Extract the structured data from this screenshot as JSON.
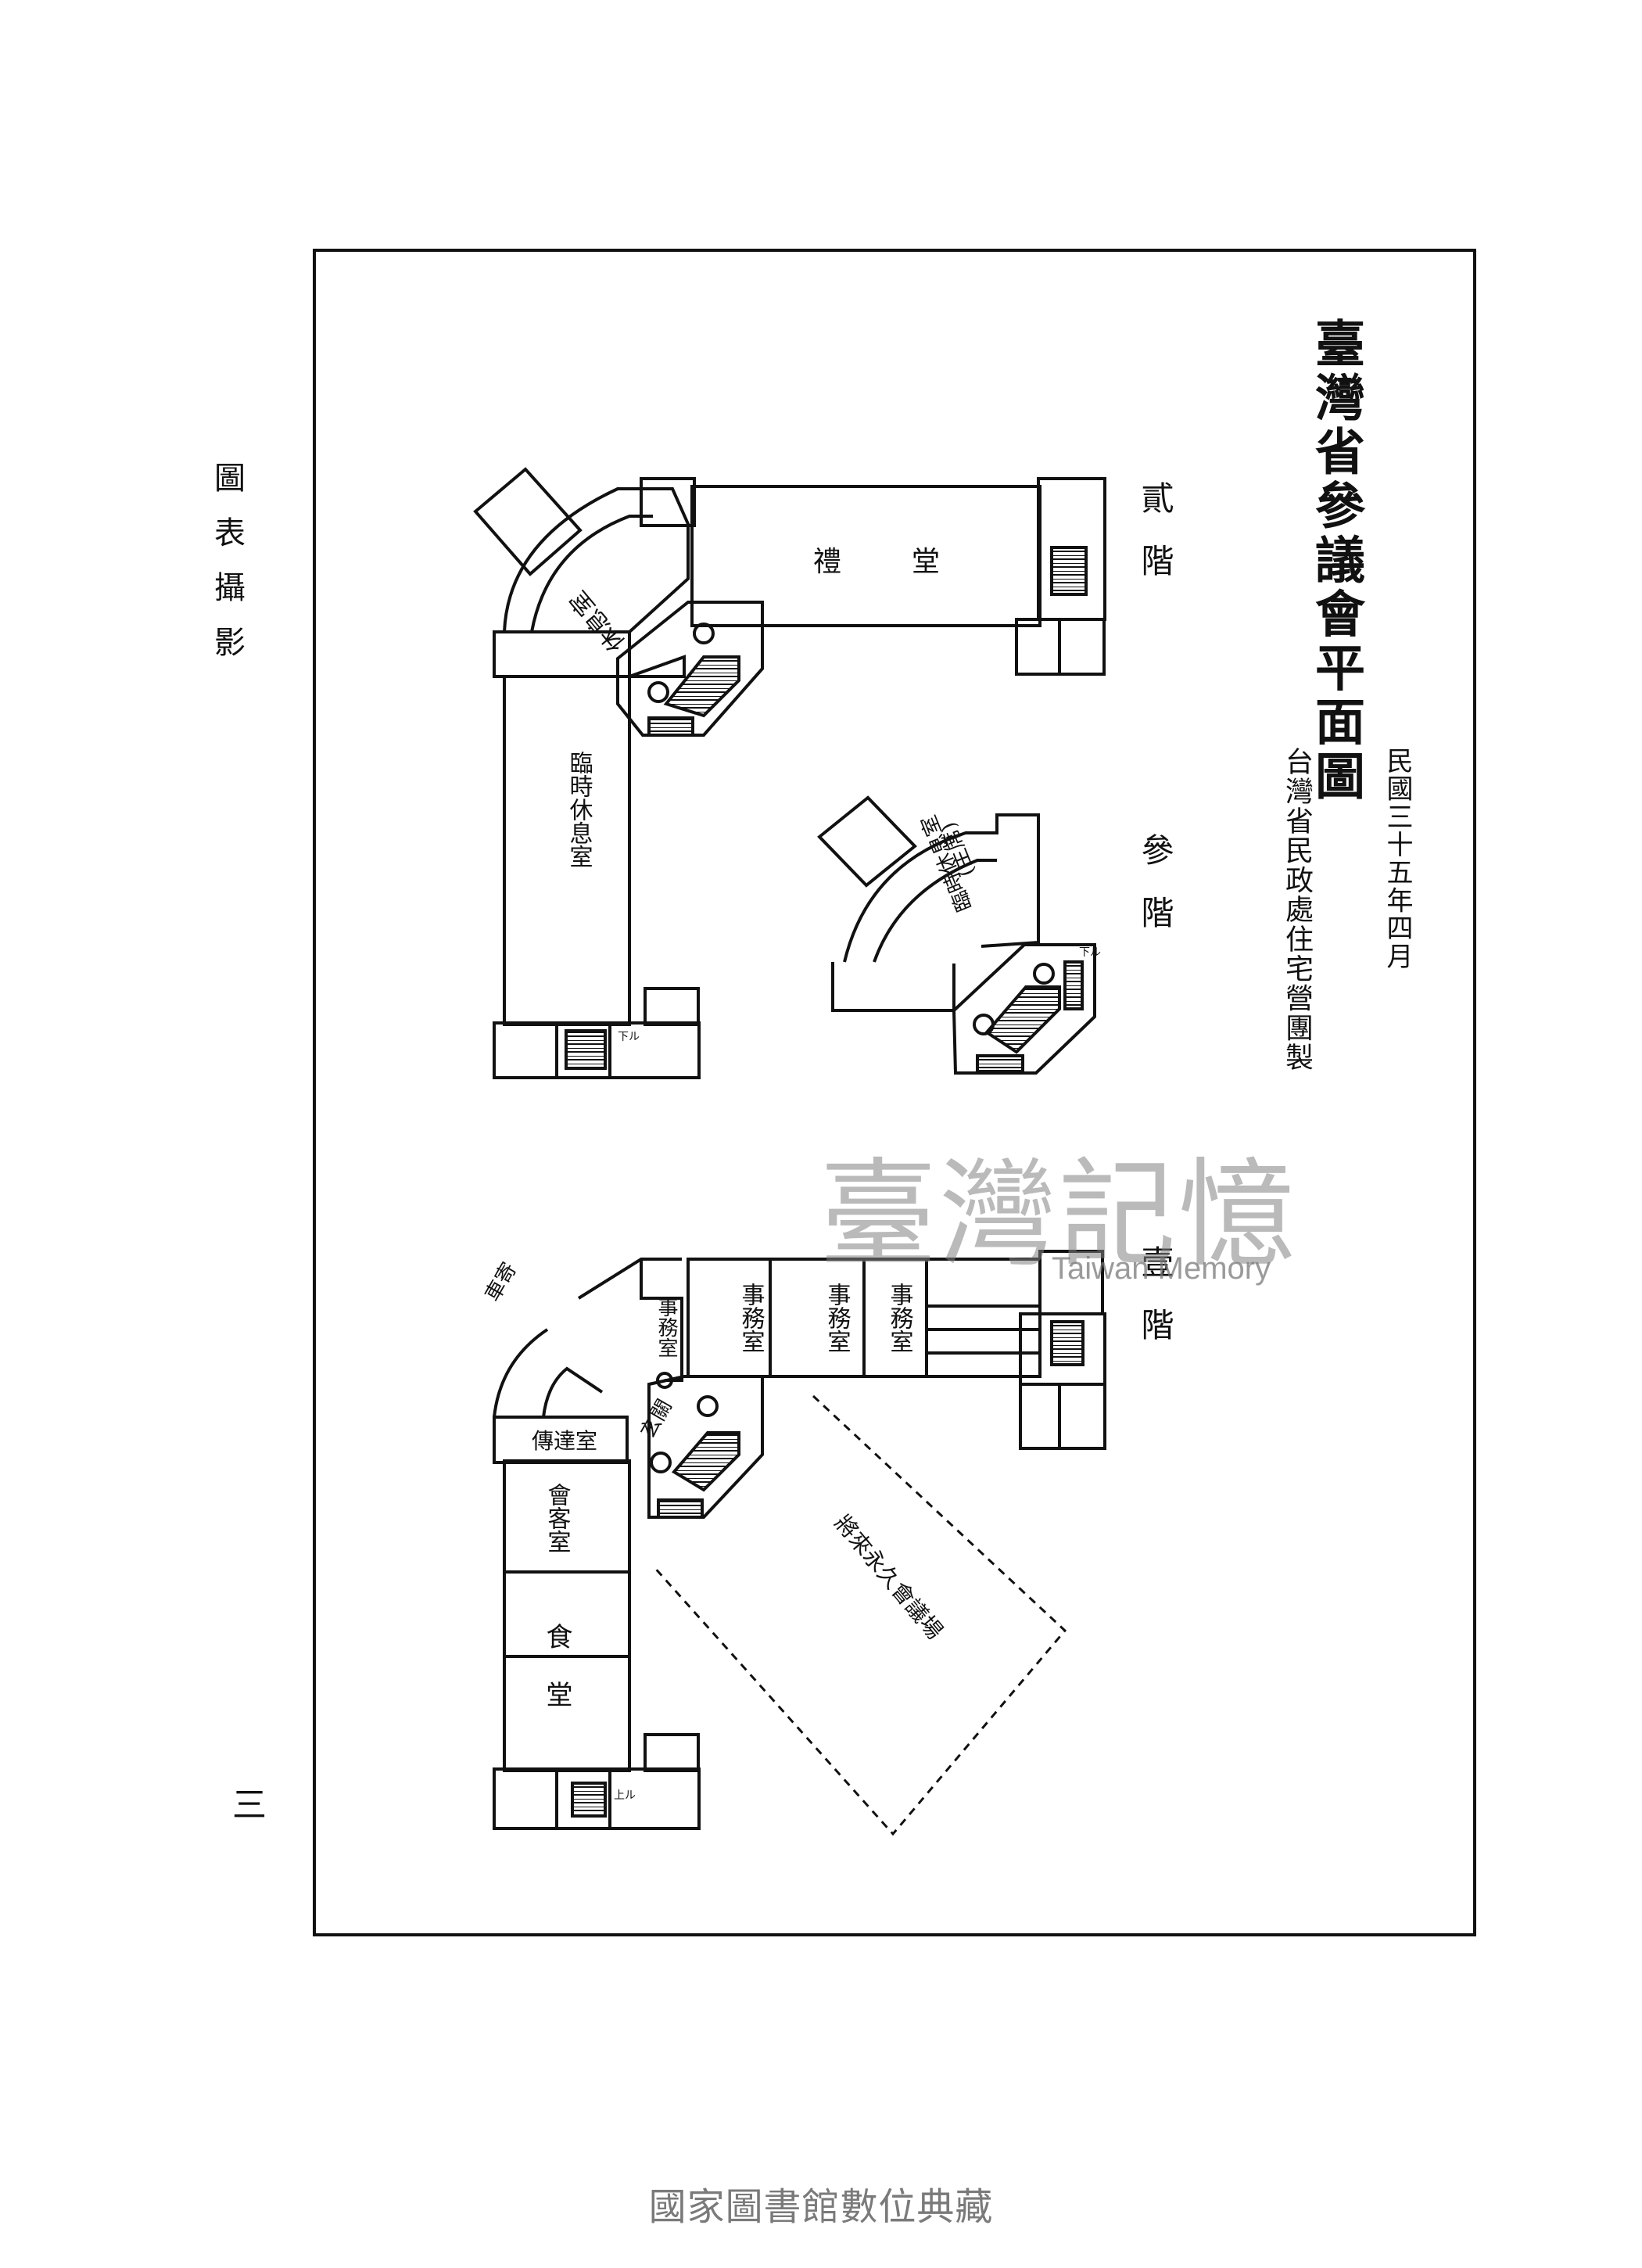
{
  "side_title": "圖表攝影",
  "page_number": "三",
  "main_title": "臺灣省參議會平面圖",
  "date": "民國三十五年四月",
  "maker": "台灣省民政處住宅營團製",
  "floors": {
    "second": "貳階",
    "third": "參階",
    "first": "壹階"
  },
  "rooms_second": {
    "hall": "禮堂",
    "rest": "休息室",
    "temp_rest": "臨時休息室",
    "down": "下ル"
  },
  "rooms_third": {
    "rest": "臨時休息室",
    "note": "(主席)",
    "down": "下ル"
  },
  "rooms_first": {
    "office1": "事務室",
    "office2": "事務室",
    "office3": "事務室",
    "office4": "事務室",
    "lobby": "玄關",
    "garage": "車寄",
    "relay": "傳達室",
    "reception": "會客室",
    "dining": "食堂",
    "future": "將來永久會議場",
    "up": "上ル"
  },
  "watermark": {
    "cn": "臺灣記憶",
    "en": "Taiwan Memory"
  },
  "footer": "國家圖書館數位典藏"
}
